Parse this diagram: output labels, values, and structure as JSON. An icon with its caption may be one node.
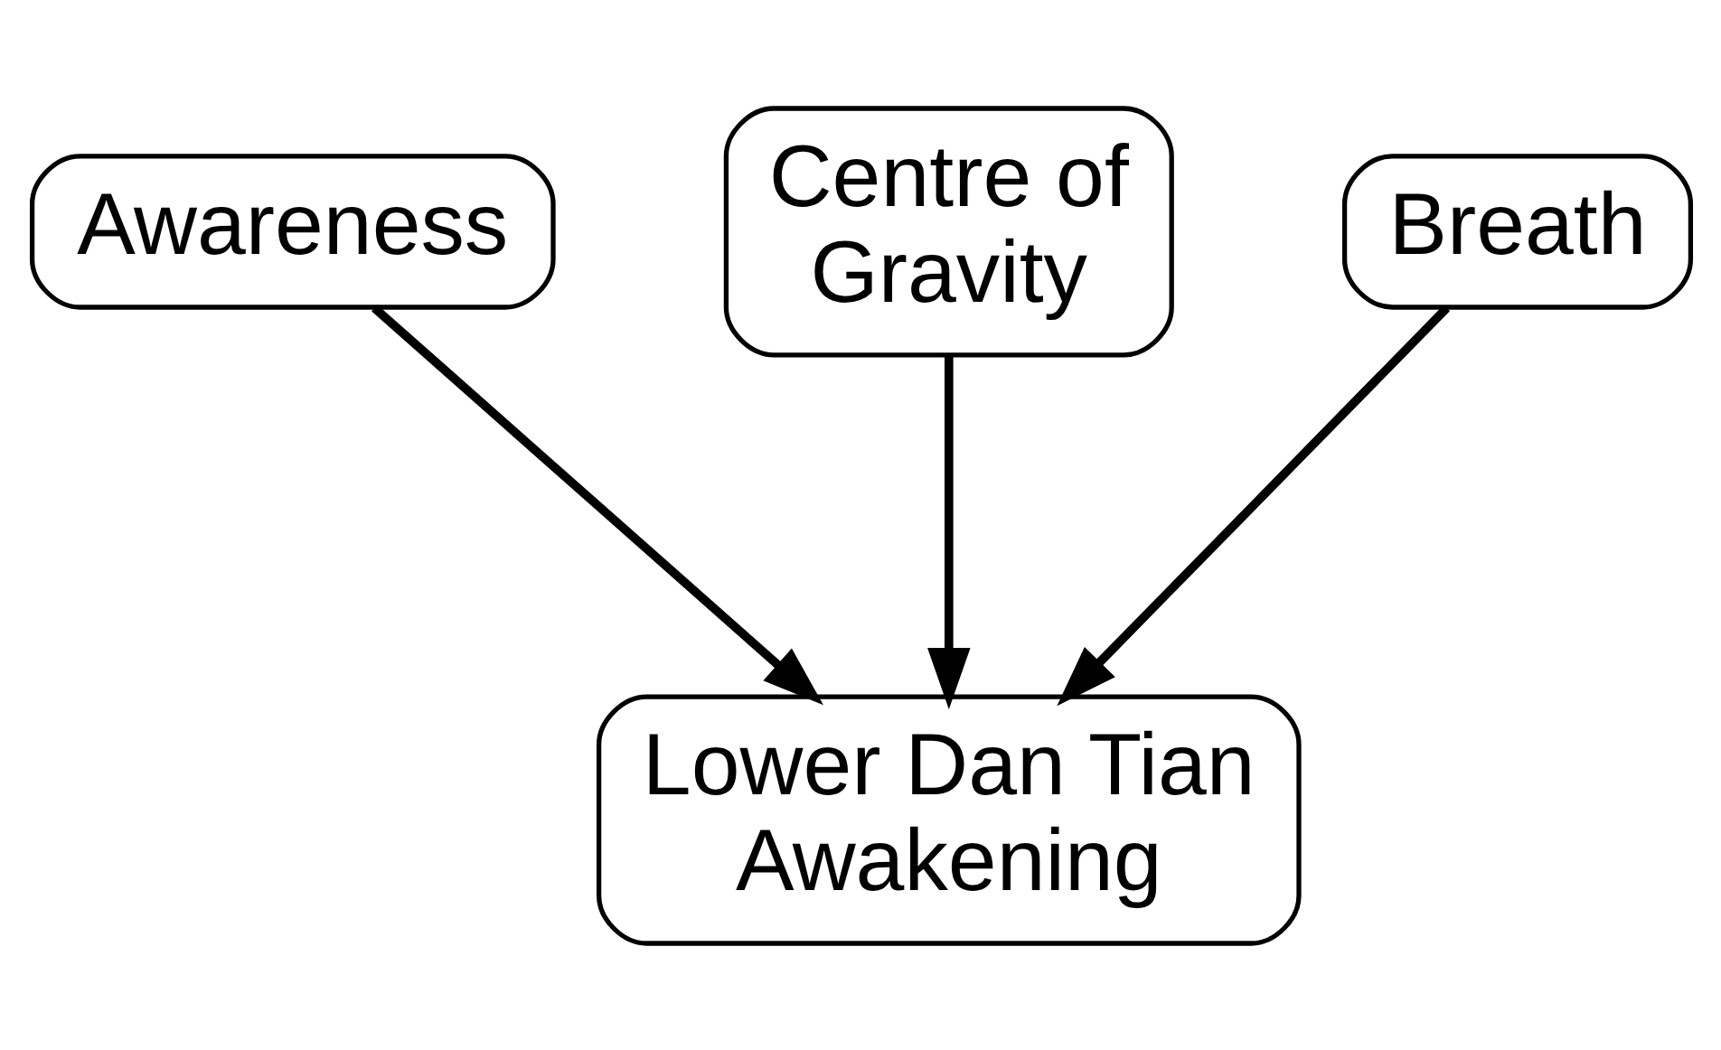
{
  "diagram": {
    "nodes": [
      {
        "text": [
          "Centre of Gravity"
        ]
      },
      {
        "text": [
          "Awareness"
        ]
      },
      {
        "text": [
          "Breath"
        ]
      },
      {
        "text": [
          "Lower Dan Tian Awakening"
        ]
      }
    ],
    "edges": [
      {
        "from": 1,
        "to": 3,
        "arrow": "to"
      },
      {
        "from": 0,
        "to": 3,
        "arrow": "to"
      },
      {
        "from": 2,
        "to": 3,
        "arrow": "to"
      }
    ]
  }
}
